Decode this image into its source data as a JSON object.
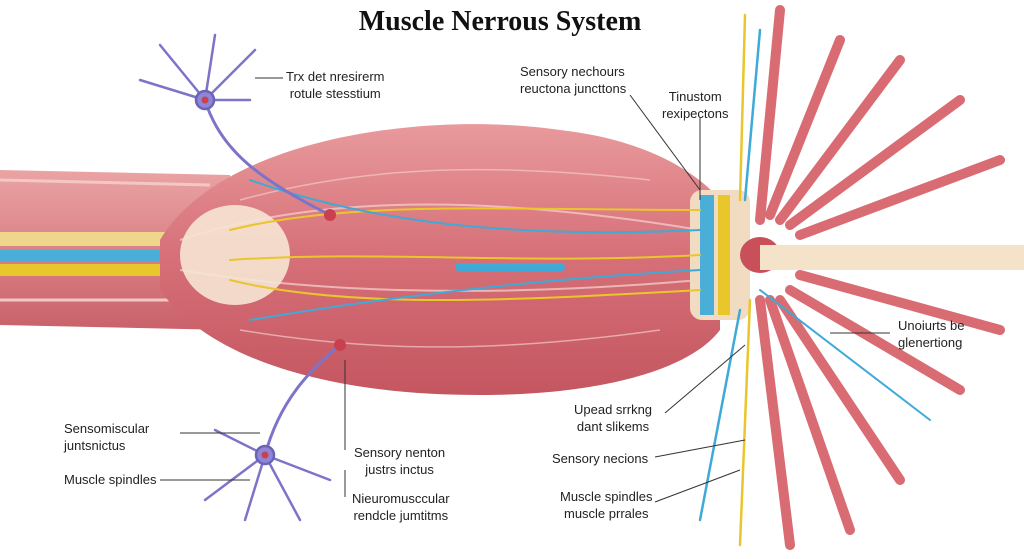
{
  "title": "Muscle Nerrous System",
  "labels": {
    "top_center_1": "Trx det nresirerm",
    "top_center_2": "rotule stesstium",
    "top_right_a_1": "Sensory nechours",
    "top_right_a_2": "reuctona juncttons",
    "top_right_b_1": "Tinustom",
    "top_right_b_2": "rexipectons",
    "right_1": "Unoiurts be",
    "right_2": "glenertiong",
    "right_mid_1": "Upead srrkng",
    "right_mid_2": "dant slikems",
    "right_sensory": "Sensory necions",
    "right_bottom_1": "Muscle spindles",
    "right_bottom_2": "muscle prrales",
    "left_1": "Sensomiscular",
    "left_2": "juntsnictus",
    "left_spindles": "Muscle spindles",
    "center_1": "Sensory nenton",
    "center_2": "justrs inctus",
    "center_low_1": "Nieuromusccular",
    "center_low_2": "rendcle jumtitms"
  },
  "colors": {
    "muscle": "#d8737a",
    "muscle_dark": "#b94d58",
    "tendon": "#f3e3cf",
    "nerve_yellow": "#e9c62c",
    "nerve_blue": "#3fa9d8",
    "neuron_purple": "#7d74c9"
  }
}
